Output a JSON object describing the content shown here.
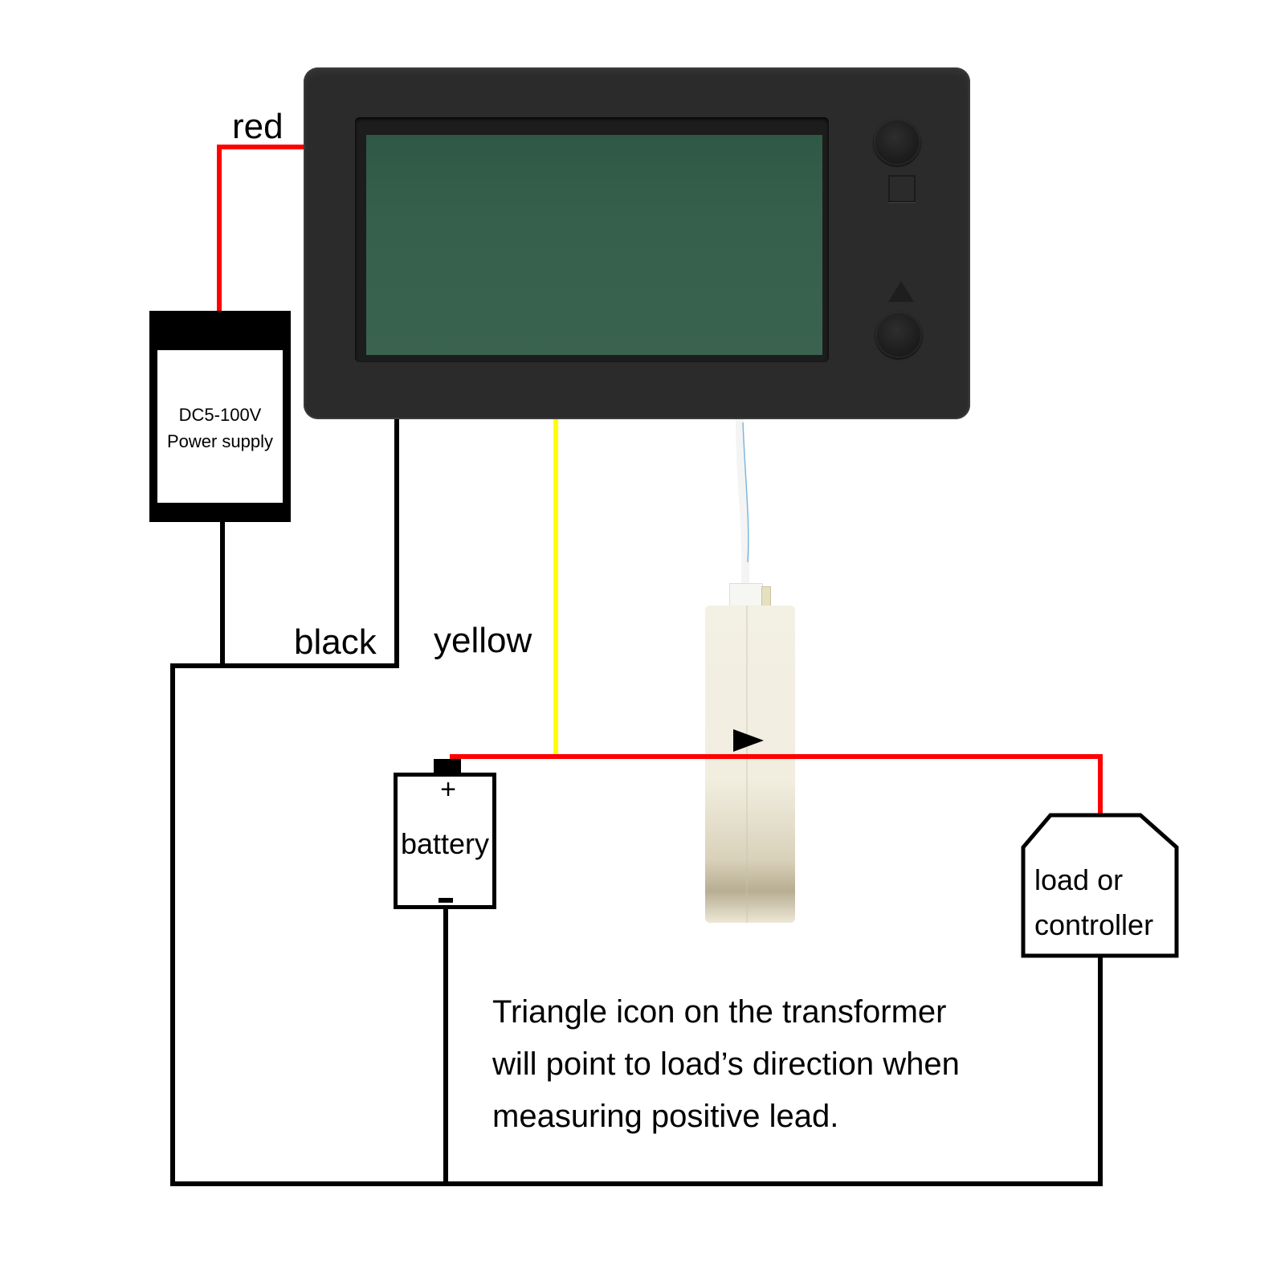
{
  "diagram": {
    "type": "wiring-diagram",
    "colors": {
      "red_wire": "#ff0000",
      "black_wire": "#000000",
      "yellow_wire": "#ffff00",
      "meter_body": "#2b2b2b",
      "lcd": "#36604c",
      "sensor_body": "#f1eee0"
    },
    "wire_labels": {
      "red": "red",
      "black": "black",
      "yellow": "yellow"
    },
    "power_supply": {
      "line1": "DC5-100V",
      "line2": "Power supply"
    },
    "meter": {
      "buttons": [
        {
          "icon": "square-icon"
        },
        {
          "icon": "triangle-up-icon"
        }
      ]
    },
    "sensor": {
      "arrow_icon": "triangle-right-icon"
    },
    "battery": {
      "plus": "+",
      "label": "battery",
      "minus": "-"
    },
    "load": {
      "line1": "load or",
      "line2": "controller"
    },
    "note": {
      "line1": "Triangle icon on the transformer",
      "line2": "will point to load’s direction when",
      "line3": "measuring positive lead."
    }
  }
}
